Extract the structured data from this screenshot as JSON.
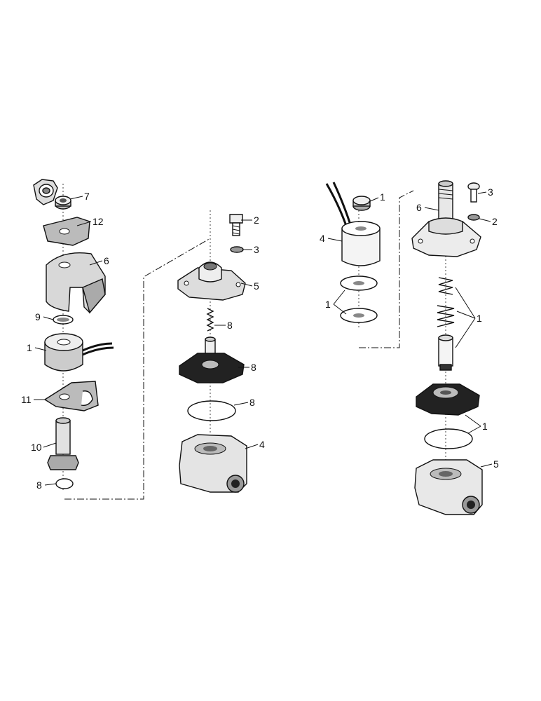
{
  "diagram": {
    "type": "exploded-parts-view",
    "left_assembly": {
      "callouts": [
        "7",
        "12",
        "6",
        "9",
        "1",
        "11",
        "10",
        "8",
        "2",
        "3",
        "5",
        "8",
        "8",
        "8",
        "4"
      ]
    },
    "right_assembly": {
      "callouts": [
        "1",
        "4",
        "1",
        "3",
        "6",
        "2",
        "1",
        "1",
        "5"
      ]
    }
  }
}
